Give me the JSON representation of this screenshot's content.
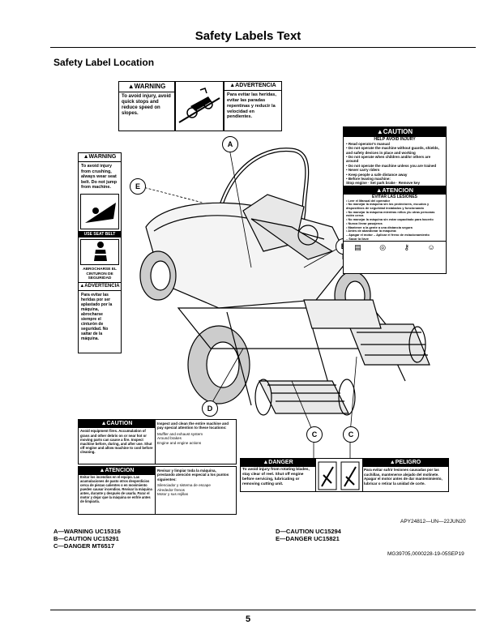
{
  "header": {
    "title": "Safety Labels Text"
  },
  "section_title": "Safety Label Location",
  "labels": {
    "top_warning": {
      "header": "▲WARNING",
      "text": "To avoid injury, avoid quick stops and reduce speed on slopes."
    },
    "top_advertencia": {
      "header": "▲ADVERTENCIA",
      "text": "Para evitar las heridas, evitar las paradas repentinas y reducir la velocidad en pendientes."
    },
    "left_warning": {
      "header": "▲WARNING",
      "text": "To avoid injury from crushing, always wear seat belt. Do not jump from machine."
    },
    "seat_belt": {
      "top": "USE SEAT BELT",
      "bottom": "ABROCHARSE EL CINTURON DE SEGURIDAD"
    },
    "left_advertencia": {
      "header": "▲ADVERTENCIA",
      "text": "Para evitar las heridas por ser aplastado por la máquina, abrocharse siempre el cinturón de seguridad. No saltar de la máquina."
    },
    "caution_b": {
      "header": "▲CAUTION",
      "subheader": "HELP AVOID INJURY",
      "lines": [
        "• Read operator's manual",
        "• Do not operate the machine without guards, shields, and safety devices in place and working",
        "• Do not operate when children and/or others are around",
        "• Do not operate the machine unless you are trained",
        "• Never carry riders",
        "• Keep people a safe distance away",
        "• Before leaving machine:",
        "Stop engine · Set park brake · Remove key"
      ]
    },
    "atencion_b": {
      "header": "▲ATENCION",
      "subheader": "EVITAR LAS LESIONES",
      "lines": [
        "• Leer el Manual del operador",
        "• No manejar la máquina sin los protectores, escudos y dispositivos de seguridad instalados y funcionando",
        "• No manejar la máquina mientras niños y/u otras personas estén cerca",
        "• No manejar la máquina sin estar capacitado para hacerlo",
        "• Nunca llevar pasajeros",
        "• Mantener a la gente a una distancia segura",
        "• Antes de abandonar la máquina:",
        "– Apagar el motor – Aplicar el freno de estacionamiento",
        "– Sacar la llave"
      ]
    },
    "caution_d": {
      "header": "▲CAUTION",
      "text": "Avoid equipment fires. Accumulation of grass and other debris on or near hot or moving parts can cause a fire. Inspect machine before, during, and after use. Shut off engine and allow machine to cool before cleaning."
    },
    "inspect_d": {
      "text": "Inspect and clean the entire machine and pay special attention to these locations:",
      "items": [
        "Muffler and exhaust system",
        "Around brakes",
        "Engine and engine actions"
      ]
    },
    "atencion_d": {
      "header": "▲ATENCION",
      "text": "Evitar los incendios en el equipo. Las acumulaciones de pasto otros desperdicios cerca de piezas calientes o en movimiento pueden causar incendios. Revisar la máquina antes, durante y después de usarla. Parar el motor y dejar que la máquina se enfríe antes de limpiarla."
    },
    "revisar_d": {
      "text": "Revisar y limpiar toda la máquina, prestando atención especial a los puntos siguientes:",
      "items": [
        "Silenciador y sistema de escape",
        "Alrededor frenos",
        "Motor y sus rejillas"
      ]
    },
    "danger_c": {
      "header": "▲DANGER",
      "text": "To avoid injury from rotating blades, stay clear of reel. Shut off engine before servicing, lubricating or removing cutting unit."
    },
    "peligro_c": {
      "header": "▲PELIGRO",
      "text": "Para evitar sufrir lesiones causadas por las cuchillas, mantenerse alejado del molinete. Apagar el motor antes de dar mantenimiento, lubricar o retirar la unidad de corte."
    }
  },
  "callouts": [
    "A",
    "B",
    "C",
    "C",
    "D",
    "E"
  ],
  "figure_ref": "APY24812—UN—22JUN20",
  "legend": {
    "left": [
      "A—WARNING UC15316",
      "B—CAUTION UC15291",
      "C—DANGER MT6517"
    ],
    "right": [
      "D—CAUTION UC15294",
      "E—DANGER UC15821"
    ]
  },
  "doc_ref": "MG39705,0000228-19-05SEP19",
  "footer": {
    "page": "5"
  }
}
